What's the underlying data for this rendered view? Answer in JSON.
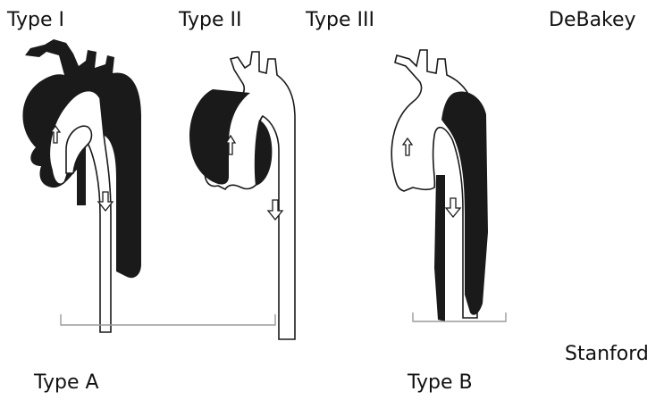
{
  "debakey": {
    "label": "DeBakey",
    "types": [
      "Type I",
      "Type II",
      "Type III"
    ]
  },
  "stanford": {
    "label": "Stanford",
    "types": [
      "Type A",
      "Type B"
    ]
  },
  "colors": {
    "ink": "#1a1a1a",
    "vessel_fill": "#ffffff",
    "bracket": "#9a9a9a"
  }
}
